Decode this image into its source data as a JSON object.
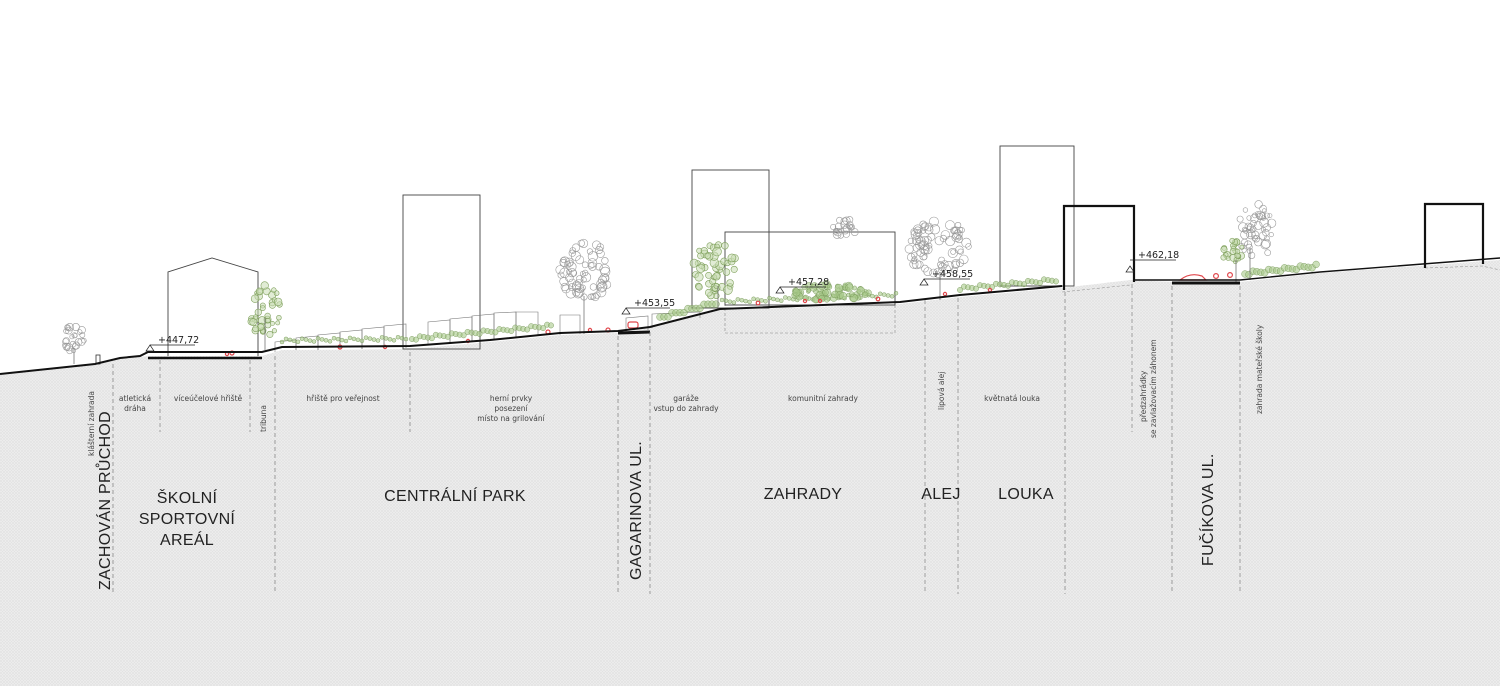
{
  "elevations": [
    "+447,72",
    "+453,55",
    "+457,28",
    "+458,55",
    "+462,18"
  ],
  "small_labels": {
    "klasterni_zahrada": "klášterní zahrada",
    "atleticka_draha_1": "atletická",
    "atleticka_draha_2": "dráha",
    "viceucelove_hriste": "víceúčelové hřiště",
    "tribuna": "tribuna",
    "hriste_verejnost": "hřiště pro veřejnost",
    "herni_prvky_1": "herní prvky",
    "herni_prvky_2": "posezení",
    "herni_prvky_3": "místo na grilování",
    "garaze_1": "garáže",
    "garaze_2": "vstup do zahrady",
    "komunitni_zahrady": "komunitní zahrady",
    "lipova_alej": "lipová alej",
    "kvetnata_louka": "květnatá louka",
    "predzahradky_1": "předzahrádky",
    "predzahradky_2": "se zavlažovacím záhonem",
    "zahrada_ms": "zahrada mateřské školy"
  },
  "zones": {
    "zachovan_pruchod": "ZACHOVÁN PRŮCHOD",
    "skolni_1": "ŠKOLNÍ",
    "skolni_2": "SPORTOVNÍ",
    "skolni_3": "AREÁL",
    "centralni_park": "CENTRÁLNÍ PARK",
    "gagarinova": "GAGARINOVA UL.",
    "zahrady": "ZAHRADY",
    "alej": "ALEJ",
    "louka": "LOUKA",
    "fucikova": "FUČÍKOVA UL."
  },
  "colors": {
    "ground_fill": "#e9e9e9",
    "ground_line": "#111111",
    "vegetation_green": "#7fa05c",
    "accent_red": "#e0474c"
  }
}
